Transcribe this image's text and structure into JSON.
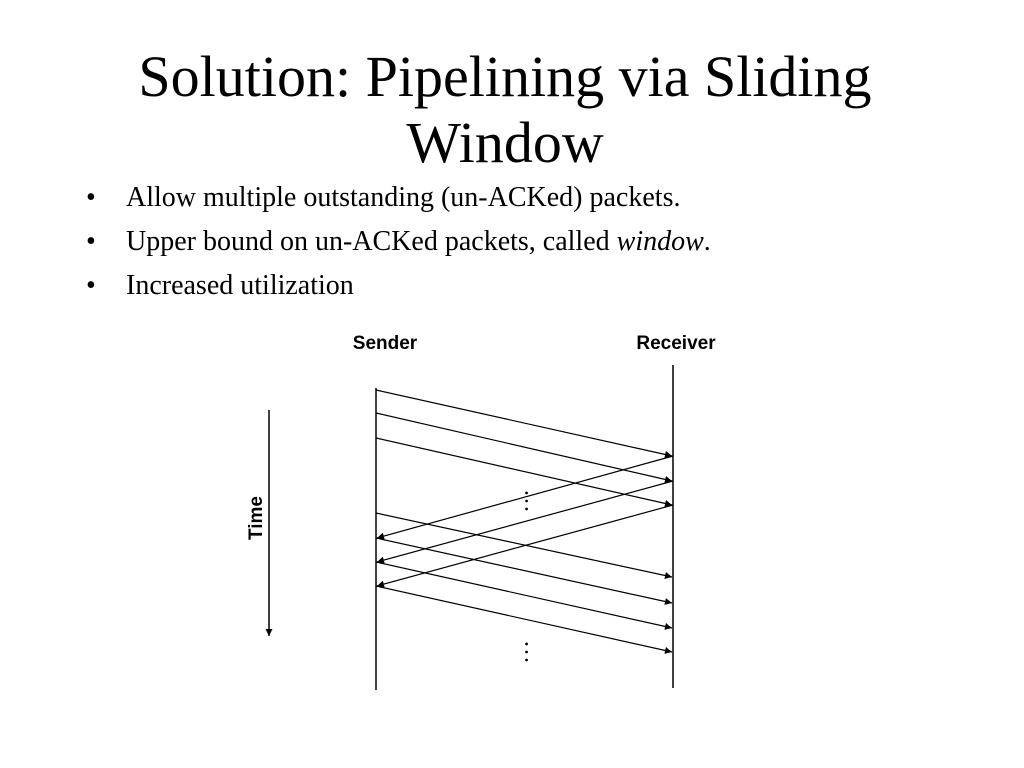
{
  "slide": {
    "title_line1": "Solution: Pipelining via Sliding",
    "title_line2": "Window",
    "bullets": [
      {
        "text": "Allow multiple outstanding (un-ACKed) packets."
      },
      {
        "text": "Upper bound on un-ACKed packets, called ",
        "emphasis": "window",
        "suffix": "."
      },
      {
        "text": "Increased utilization"
      }
    ],
    "bullet_glyph": "•"
  },
  "diagram": {
    "sender_label": "Sender",
    "receiver_label": "Receiver",
    "time_label": "Time",
    "ellipsis": "…",
    "line_color": "#000000"
  }
}
